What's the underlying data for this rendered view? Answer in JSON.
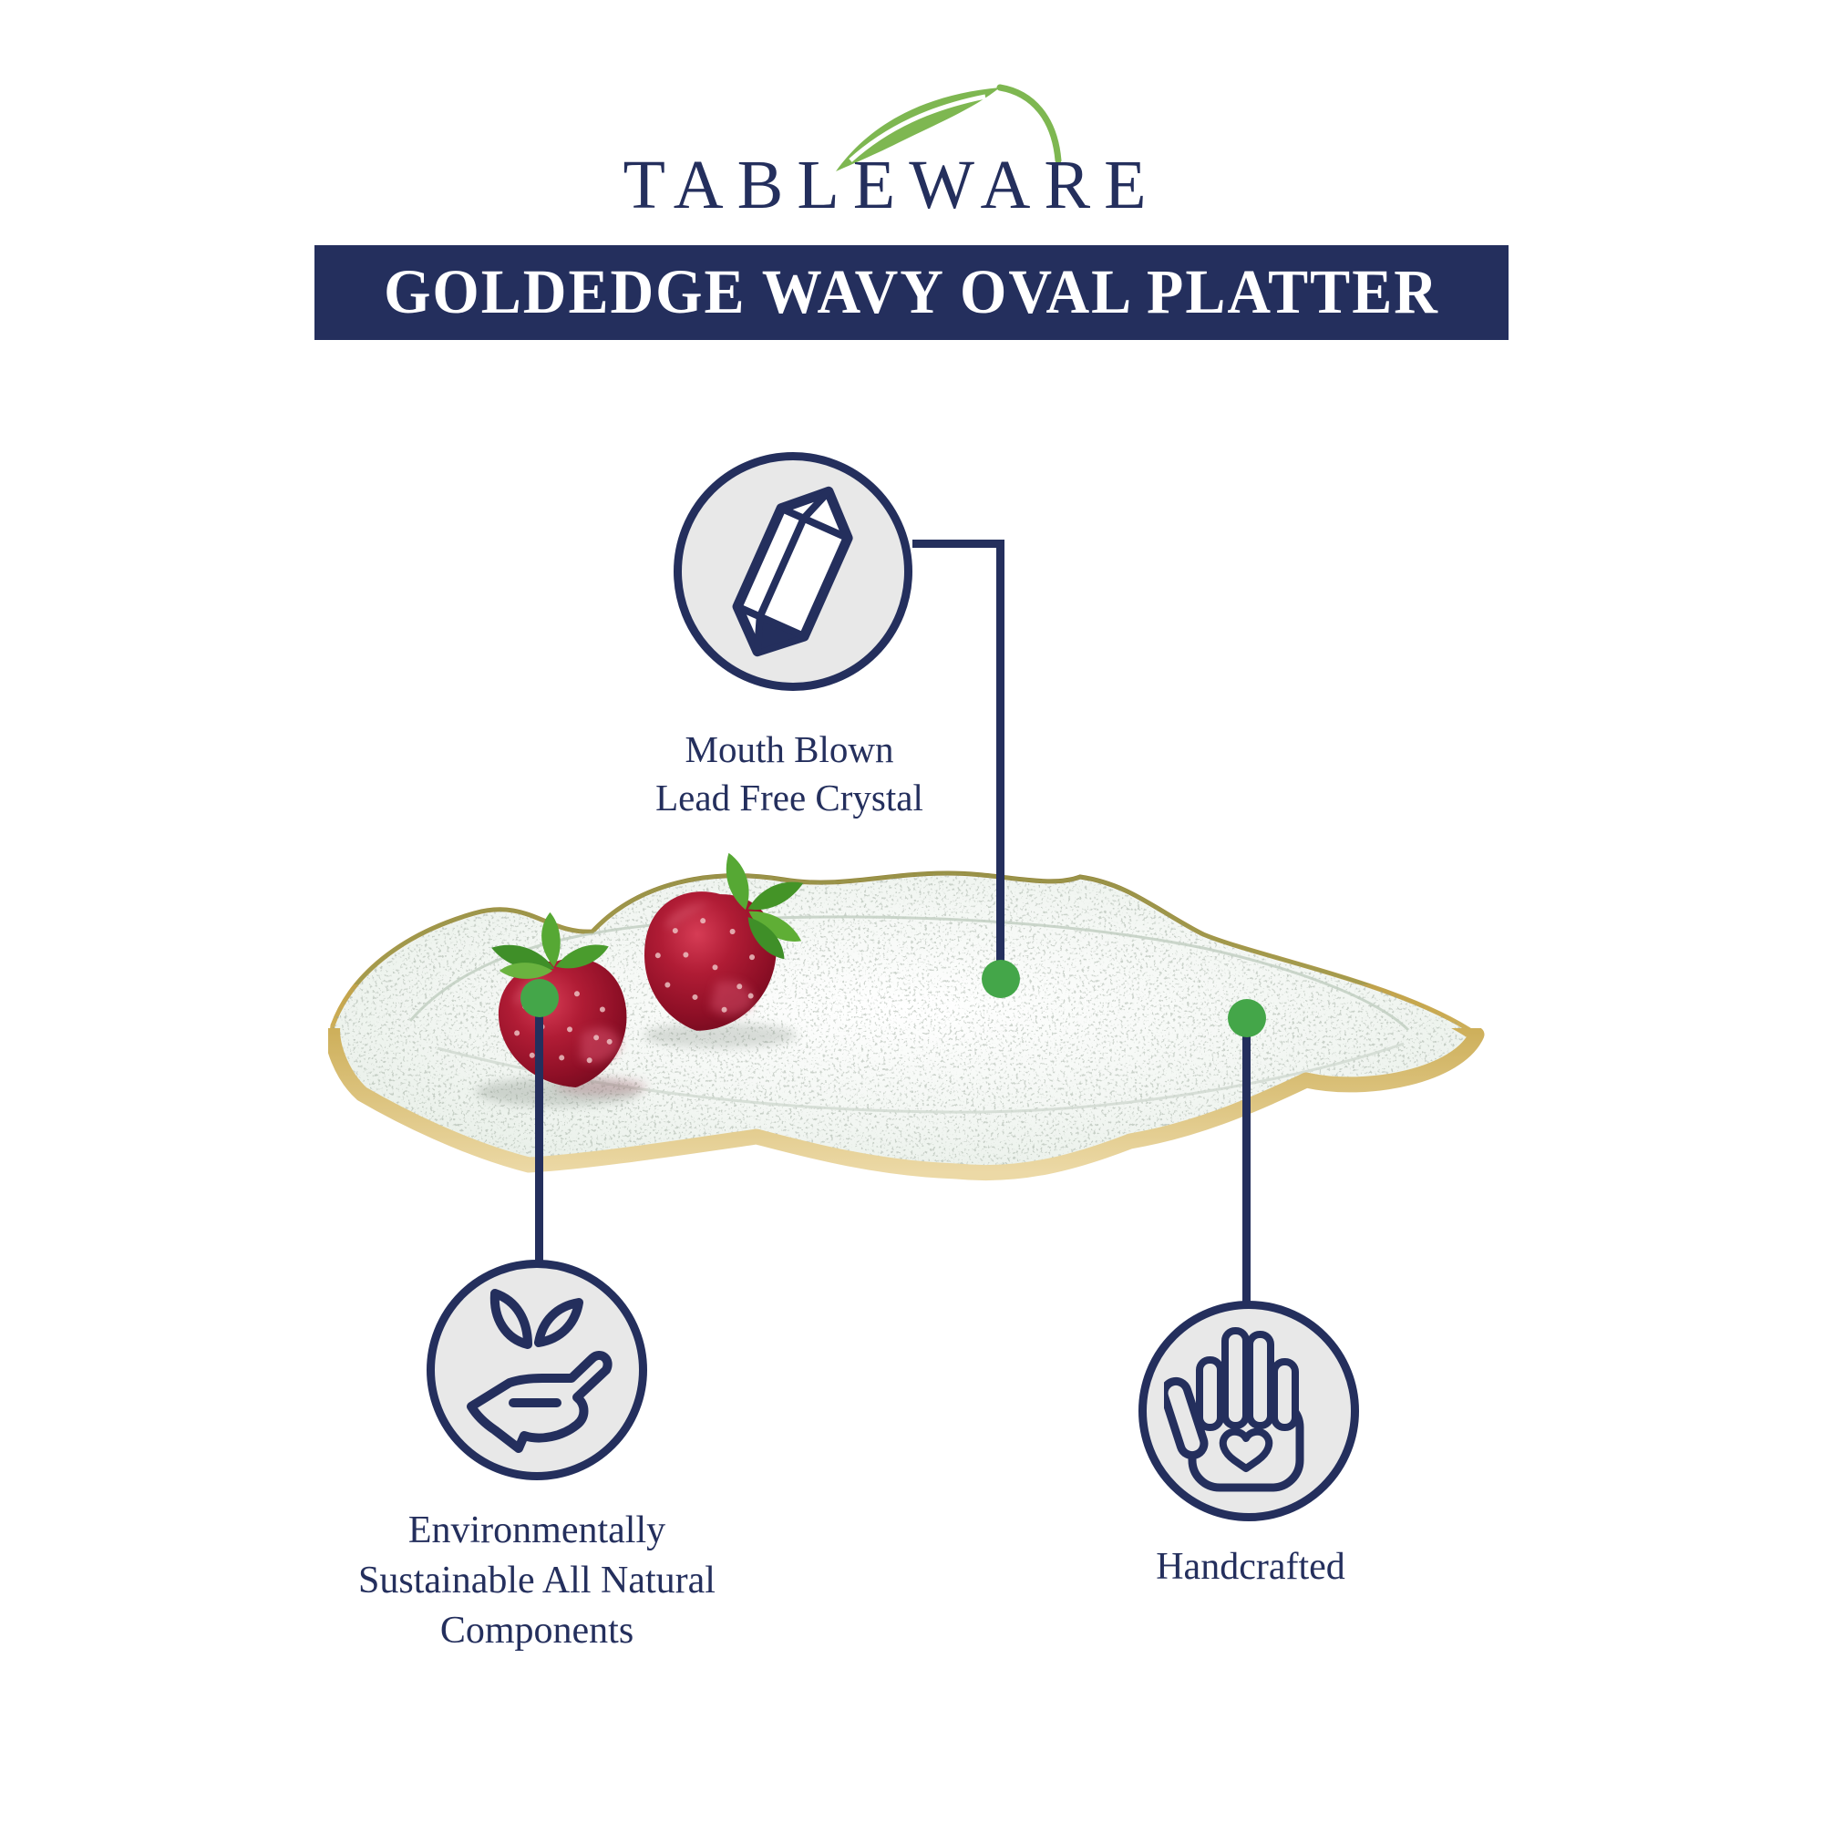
{
  "brand": {
    "name": "TABLEWARE",
    "logo_icon": "leaf-swoosh-icon",
    "logo_color": "#7eb751"
  },
  "banner": {
    "title": "GOLDEDGE WAVY OVAL PLATTER",
    "bg_color": "#242f5d",
    "text_color": "#ffffff"
  },
  "features": [
    {
      "id": "crystal",
      "icon": "crystal-icon",
      "lines": [
        "Mouth Blown",
        "Lead Free Crystal"
      ]
    },
    {
      "id": "eco",
      "icon": "hand-holding-leaves-icon",
      "lines": [
        "Environmentally",
        "Sustainable All Natural",
        "Components"
      ]
    },
    {
      "id": "handcrafted",
      "icon": "hand-with-heart-icon",
      "lines": [
        "Handcrafted"
      ]
    }
  ],
  "product_photo": {
    "description": "clear wavy-edged glass oval platter with gold rim holding two strawberries",
    "callout_dots": 3
  },
  "colors": {
    "navy": "#242f5d",
    "callout_dot_green": "#44a649",
    "logo_green": "#7eb751",
    "icon_circle_bg": "#e8e8e8",
    "gold_edge": "#d3b269"
  }
}
